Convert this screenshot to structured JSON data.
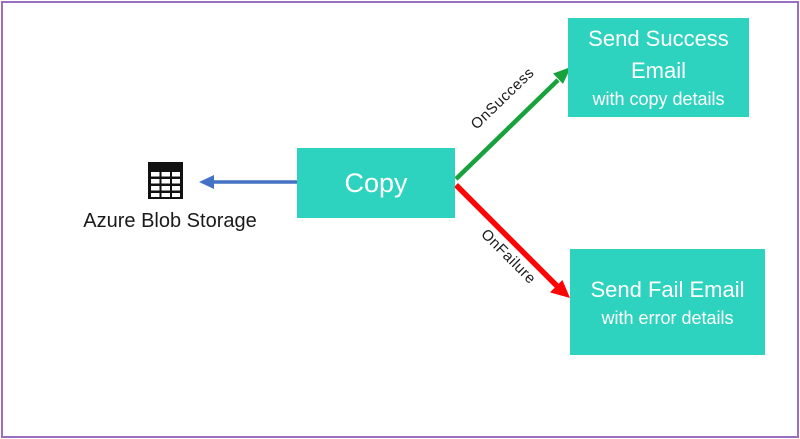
{
  "source": {
    "label": "Azure Blob Storage",
    "icon": "table-icon"
  },
  "copy": {
    "label": "Copy"
  },
  "success": {
    "title": "Send Success Email",
    "subtitle": "with copy details"
  },
  "failure": {
    "title": "Send Fail Email",
    "subtitle": "with error details"
  },
  "connectors": {
    "success_label": "OnSuccess",
    "failure_label": "OnFailure"
  },
  "colors": {
    "activity_fill": "#2ed3bf",
    "activity_text": "#ffffff",
    "success_arrow": "#17a23c",
    "failure_arrow": "#fb0505",
    "dataset_arrow": "#4472c4",
    "frame_border": "#9a6fc0",
    "label_text": "#1a1a1a",
    "icon_color": "#111111"
  }
}
